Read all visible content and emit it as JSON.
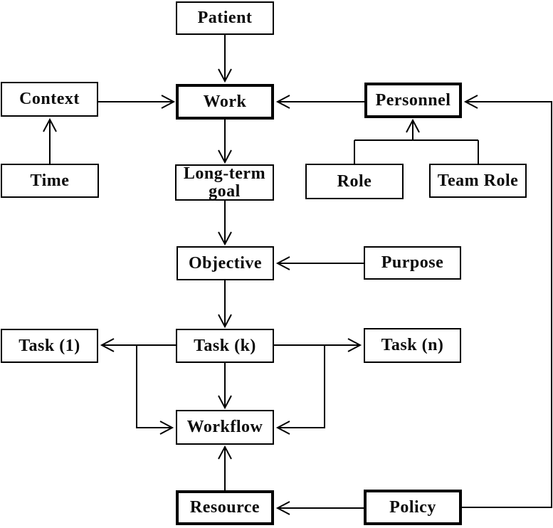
{
  "diagram": {
    "nodes": {
      "patient": {
        "label": "Patient",
        "emphasized": false
      },
      "context": {
        "label": "Context",
        "emphasized": false
      },
      "work": {
        "label": "Work",
        "emphasized": true
      },
      "personnel": {
        "label": "Personnel",
        "emphasized": true
      },
      "time": {
        "label": "Time",
        "emphasized": false
      },
      "long_term_goal": {
        "label": "Long-term goal",
        "emphasized": false
      },
      "role": {
        "label": "Role",
        "emphasized": false
      },
      "team_role": {
        "label": "Team Role",
        "emphasized": false
      },
      "objective": {
        "label": "Objective",
        "emphasized": false
      },
      "purpose": {
        "label": "Purpose",
        "emphasized": false
      },
      "task_1": {
        "label": "Task (1)",
        "emphasized": false
      },
      "task_k": {
        "label": "Task (k)",
        "emphasized": false
      },
      "task_n": {
        "label": "Task (n)",
        "emphasized": false
      },
      "workflow": {
        "label": "Workflow",
        "emphasized": false
      },
      "resource": {
        "label": "Resource",
        "emphasized": true
      },
      "policy": {
        "label": "Policy",
        "emphasized": true
      }
    },
    "edges": [
      {
        "from": "Patient",
        "to": "Work"
      },
      {
        "from": "Context",
        "to": "Work"
      },
      {
        "from": "Personnel",
        "to": "Work"
      },
      {
        "from": "Time",
        "to": "Context"
      },
      {
        "from": "Role",
        "to": "Personnel"
      },
      {
        "from": "Team Role",
        "to": "Personnel"
      },
      {
        "from": "Policy",
        "to": "Personnel"
      },
      {
        "from": "Work",
        "to": "Long-term goal"
      },
      {
        "from": "Long-term goal",
        "to": "Objective"
      },
      {
        "from": "Purpose",
        "to": "Objective"
      },
      {
        "from": "Objective",
        "to": "Task (k)"
      },
      {
        "from": "Task (k)",
        "to": "Task (1)"
      },
      {
        "from": "Task (k)",
        "to": "Task (n)"
      },
      {
        "from": "Task (k)",
        "to": "Workflow"
      },
      {
        "from": "Task (1)",
        "to": "Workflow"
      },
      {
        "from": "Task (n)",
        "to": "Workflow"
      },
      {
        "from": "Resource",
        "to": "Workflow"
      },
      {
        "from": "Policy",
        "to": "Resource"
      }
    ],
    "colors": {
      "line": "#000000",
      "box_fill": "#ffffff",
      "background": "#ffffff",
      "text": "#0a0a0a"
    }
  }
}
